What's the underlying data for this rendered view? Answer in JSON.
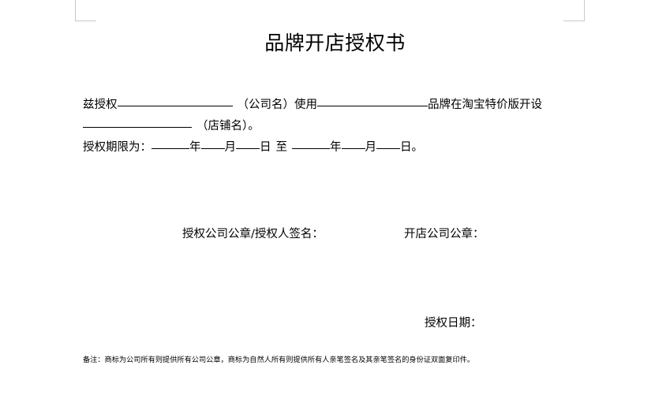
{
  "document": {
    "title": "品牌开店授权书",
    "page_background": "#ffffff",
    "text_color": "#000000",
    "corner_mark_color": "#c9c9cc"
  },
  "body": {
    "line1_lead": "兹授权",
    "line1_company_label": "（公司名）使用",
    "line1_tail": "品牌在淘宝特价版开",
    "line2_lead": "设",
    "line2_shop_label": "（店铺名）。",
    "line3_lead": "授权期限为：",
    "unit_year": "年",
    "unit_month": "月",
    "unit_day": "日",
    "range_separator": "至",
    "line3_end": "。"
  },
  "signature": {
    "authorizer_seal": "授权公司公章/授权人签名：",
    "shop_seal": "开店公司公章：",
    "authorization_date": "授权日期："
  },
  "footer": {
    "remark": "备注：商标为公司所有则提供所有公司公章，商标为自然人所有则提供所有人亲笔签名及其亲笔签名的身份证双面复印件。"
  }
}
